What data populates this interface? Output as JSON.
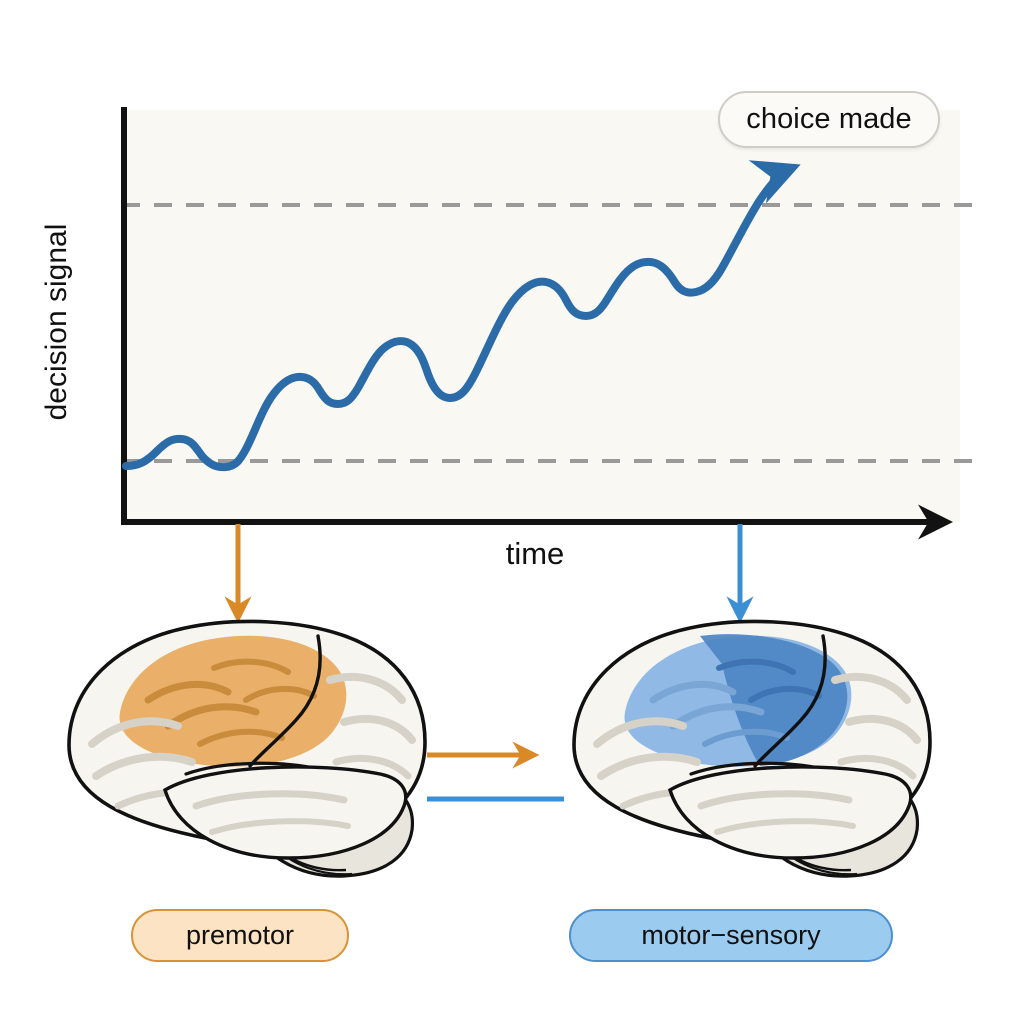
{
  "figure": {
    "background_color": "#ffffff",
    "plot_background_color": "#faf8f3"
  },
  "plot": {
    "y_axis_label": "decision signal",
    "x_axis_label": "time",
    "annotation_label": "choice made",
    "axis_color": "#121212",
    "curve_color": "#2b6ca8",
    "threshold_color": "#9a9a9a"
  },
  "brains": {
    "left": {
      "label": "premotor",
      "highlight_color": "#e8a85c",
      "pill_fill": "#fbe3c3",
      "pill_border": "#d99237"
    },
    "right": {
      "label": "motor−sensory",
      "highlight_color": "#5d92cf",
      "pill_fill": "#9bcbef",
      "pill_border": "#4a90cf"
    }
  },
  "connectors": {
    "left_down_arrow_color": "#d98a26",
    "right_down_arrow_color": "#3d8fd4",
    "between_arrow_color": "#d98a26",
    "between_line_color": "#3d8fd4"
  },
  "chart_data": {
    "type": "line",
    "title": "",
    "xlabel": "time",
    "ylabel": "decision signal",
    "legend": [],
    "grid": false,
    "xlim": [
      0,
      100
    ],
    "ylim": [
      0,
      100
    ],
    "annotations": [
      {
        "text": "choice made",
        "x": 86,
        "y": 98
      }
    ],
    "reference_lines": [
      {
        "name": "decision threshold",
        "y": 76,
        "style": "dashed",
        "color": "#9a9a9a"
      },
      {
        "name": "baseline",
        "y": 14.5,
        "style": "dashed",
        "color": "#9a9a9a"
      }
    ],
    "series": [
      {
        "name": "decision signal",
        "color": "#2b6ca8",
        "x": [
          0,
          3,
          6,
          9,
          12,
          15,
          18,
          21,
          24,
          27,
          30,
          33,
          36,
          39,
          42,
          45,
          48,
          51,
          54,
          57,
          60,
          63,
          66,
          69,
          72,
          75,
          78,
          81,
          84,
          86
        ],
        "y": [
          13,
          14,
          16,
          18,
          19,
          18,
          16,
          15,
          15,
          18,
          25,
          33,
          38,
          40,
          39,
          39,
          41,
          45,
          49,
          50,
          48,
          46,
          47,
          52,
          59,
          64,
          65,
          64,
          68,
          84
        ]
      }
    ]
  }
}
